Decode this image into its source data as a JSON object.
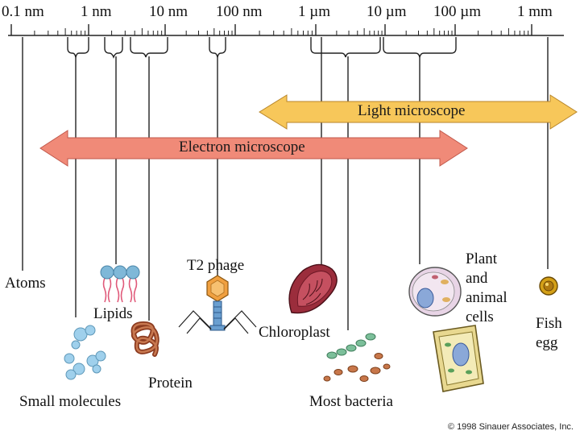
{
  "scale": {
    "labels": [
      "0.1 nm",
      "1 nm",
      "10 nm",
      "100 nm",
      "1 µm",
      "10 µm",
      "100 µm",
      "1 mm"
    ]
  },
  "ranges": {
    "electron": "Electron microscope",
    "light": "Light microscope"
  },
  "items": {
    "atoms": "Atoms",
    "small_molecules": "Small molecules",
    "lipids": "Lipids",
    "protein": "Protein",
    "t2_phage": "T2 phage",
    "chloroplast": "Chloroplast",
    "most_bacteria": "Most bacteria",
    "plant_animal_cells": [
      "Plant",
      "and",
      "animal",
      "cells"
    ],
    "fish_egg": [
      "Fish",
      "egg"
    ]
  },
  "copyright": "© 1998 Sinauer Associates, Inc.",
  "colors": {
    "electron_arrow": "#f08a78",
    "light_arrow": "#f7c75a",
    "molecule_blue": "#9fd0ec",
    "protein_brown": "#a0522d",
    "chloroplast": "#9b2d3c",
    "bacteria_green": "#7cbf9a",
    "bacteria_brown": "#c8774a",
    "fish_egg": "#d4a017"
  }
}
